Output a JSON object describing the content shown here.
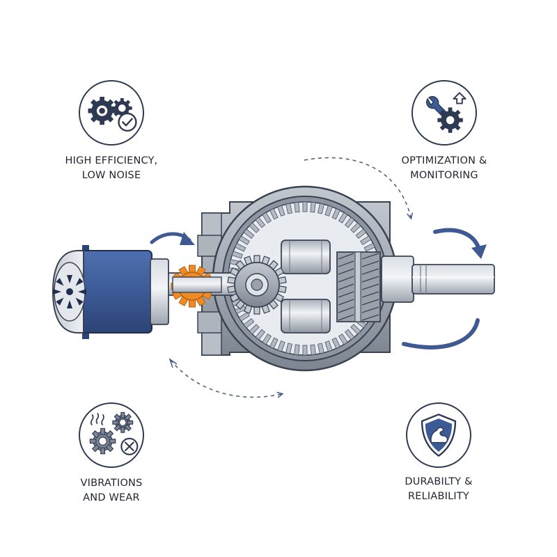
{
  "features": {
    "efficiency": {
      "line1": "HIGH EFFICIENCY,",
      "line2": "LOW NOISE",
      "icon": "gears-check-icon"
    },
    "optimization": {
      "line1": "OPTIMIZATION &",
      "line2": "MONITORING",
      "icon": "wrench-gear-upgrade-icon"
    },
    "vibrations": {
      "line1": "VIBRATIONS",
      "line2": "AND WEAR",
      "icon": "vibrating-gears-x-icon"
    },
    "durability": {
      "line1": "DURABILTY &",
      "line2": "RELIABILITY",
      "icon": "shield-bicep-icon"
    }
  },
  "colors": {
    "navy": "#2e3a52",
    "motor_blue": "#3c5a96",
    "accent_orange": "#f08a24",
    "steel": "#a7adb6",
    "arrow_blue": "#3f5a93"
  }
}
